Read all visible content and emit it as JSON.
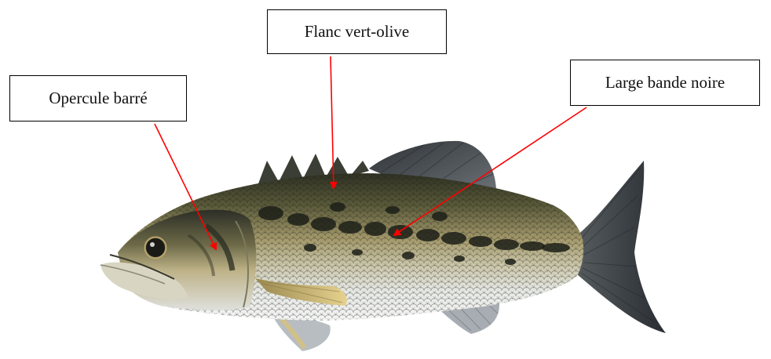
{
  "labels": {
    "flank": "Flanc vert-olive",
    "operculum": "Opercule barré",
    "band": "Large bande noire"
  },
  "colors": {
    "arrow": "#ff0000",
    "dorsal_scales": "#4a4a30",
    "flank_gold": "#b8a878",
    "belly": "#e9ecef",
    "band_spots": "#1c1f18",
    "fins": "#3e4247",
    "pectoral_fin": "#d6bf78"
  },
  "icons": [
    "largemouth-bass-illustration"
  ]
}
